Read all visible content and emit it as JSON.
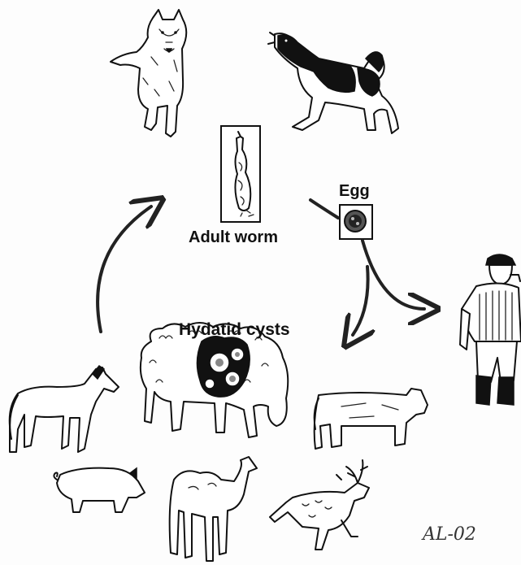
{
  "labels": {
    "egg": "Egg",
    "adult_worm": "Adult worm",
    "hydatid_cysts": "Hydatid cysts",
    "signature": "AL-02"
  }
}
